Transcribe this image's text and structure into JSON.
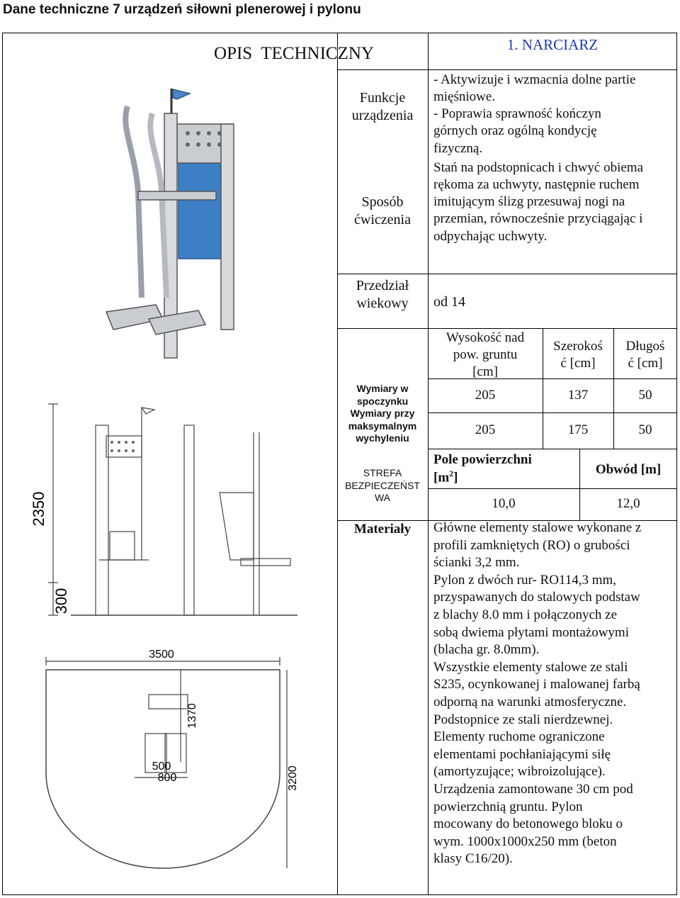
{
  "heading": "Dane techniczne 7 urządzeń siłowni plenerowej i pylonu",
  "opis_title": "OPIS  TECHNICZNY",
  "device_title": "1. NARCIARZ",
  "funkcje": {
    "label_1": "Funkcje",
    "label_2": "urządzenia",
    "lines": [
      "- Aktywizuje i wzmacnia dolne partie",
      "mięśniowe.",
      "- Poprawia sprawność kończyn",
      "górnych oraz ogólną kondycję",
      "fizyczną."
    ]
  },
  "sposob": {
    "label_1": "Sposób",
    "label_2": "ćwiczenia",
    "lines": [
      "Stań na podstopnicach i chwyć obiema",
      "rękoma za uchwyty, następnie ruchem",
      "imitującym ślizg przesuwaj nogi na",
      "przemian, równocześnie przyciągając i",
      "odpychając uchwyty."
    ]
  },
  "przedzial": {
    "label_1": "Przedział",
    "label_2": "wiekowy",
    "value": "od 14"
  },
  "wymiary": {
    "col_height": [
      "Wysokość nad",
      "pow. gruntu",
      "[cm]"
    ],
    "col_width": [
      "Szerokoś",
      "ć [cm]"
    ],
    "col_length": [
      "Długoś",
      "ć [cm]"
    ],
    "rest_label": [
      "Wymiary w",
      "spoczynku"
    ],
    "max_label": [
      "Wymiary przy",
      "maksymalnym",
      "wychyleniu"
    ],
    "rest_values": [
      "205",
      "137",
      "50"
    ],
    "max_values": [
      "205",
      "175",
      "50"
    ]
  },
  "strefa": {
    "label": [
      "STREFA",
      "BEZPIECZEŃST",
      "WA"
    ],
    "area_header": "Pole powierzchni",
    "area_unit_prefix": "[m",
    "area_unit_sup": "2",
    "area_unit_suffix": "]",
    "perimeter_header": "Obwód [m]",
    "area_value": "10,0",
    "perimeter_value": "12,0"
  },
  "materialy": {
    "label": "Materiały",
    "lines": [
      "Główne elementy stalowe wykonane z",
      "profili zamkniętych (RO) o grubości",
      "ścianki 3,2 mm.",
      "Pylon z dwóch rur- RO114,3 mm,",
      "przyspawanych do stalowych podstaw",
      "z blachy 8.0 mm i połączonych ze",
      "sobą dwiema płytami montażowymi",
      "(blacha gr. 8.0mm).",
      "Wszystkie elementy stalowe ze stali",
      "S235, ocynkowanej i malowanej farbą",
      "odporną na warunki atmosferyczne.",
      "Podstopnice ze stali nierdzewnej.",
      "Elementy ruchome ograniczone",
      "elementami pochłaniającymi siłę",
      "(amortyzujące; wibroizolujące).",
      "Urządzenia zamontowane 30 cm pod",
      "powierzchnią gruntu. Pylon",
      "mocowany do betonowego bloku o",
      "wym. 1000x1000x250 mm (beton",
      "klasy C16/20)."
    ]
  },
  "drawing_dims": {
    "height_total": "2350",
    "height_base": "300",
    "zone_width": "3500",
    "zone_depth": "1370",
    "zone_height": "3200",
    "device_width_1": "500",
    "device_width_2": "800"
  },
  "colors": {
    "accent": "#1a3aa8",
    "panel_blue": "#3d7fc4",
    "steel": "#c9ccd1"
  }
}
